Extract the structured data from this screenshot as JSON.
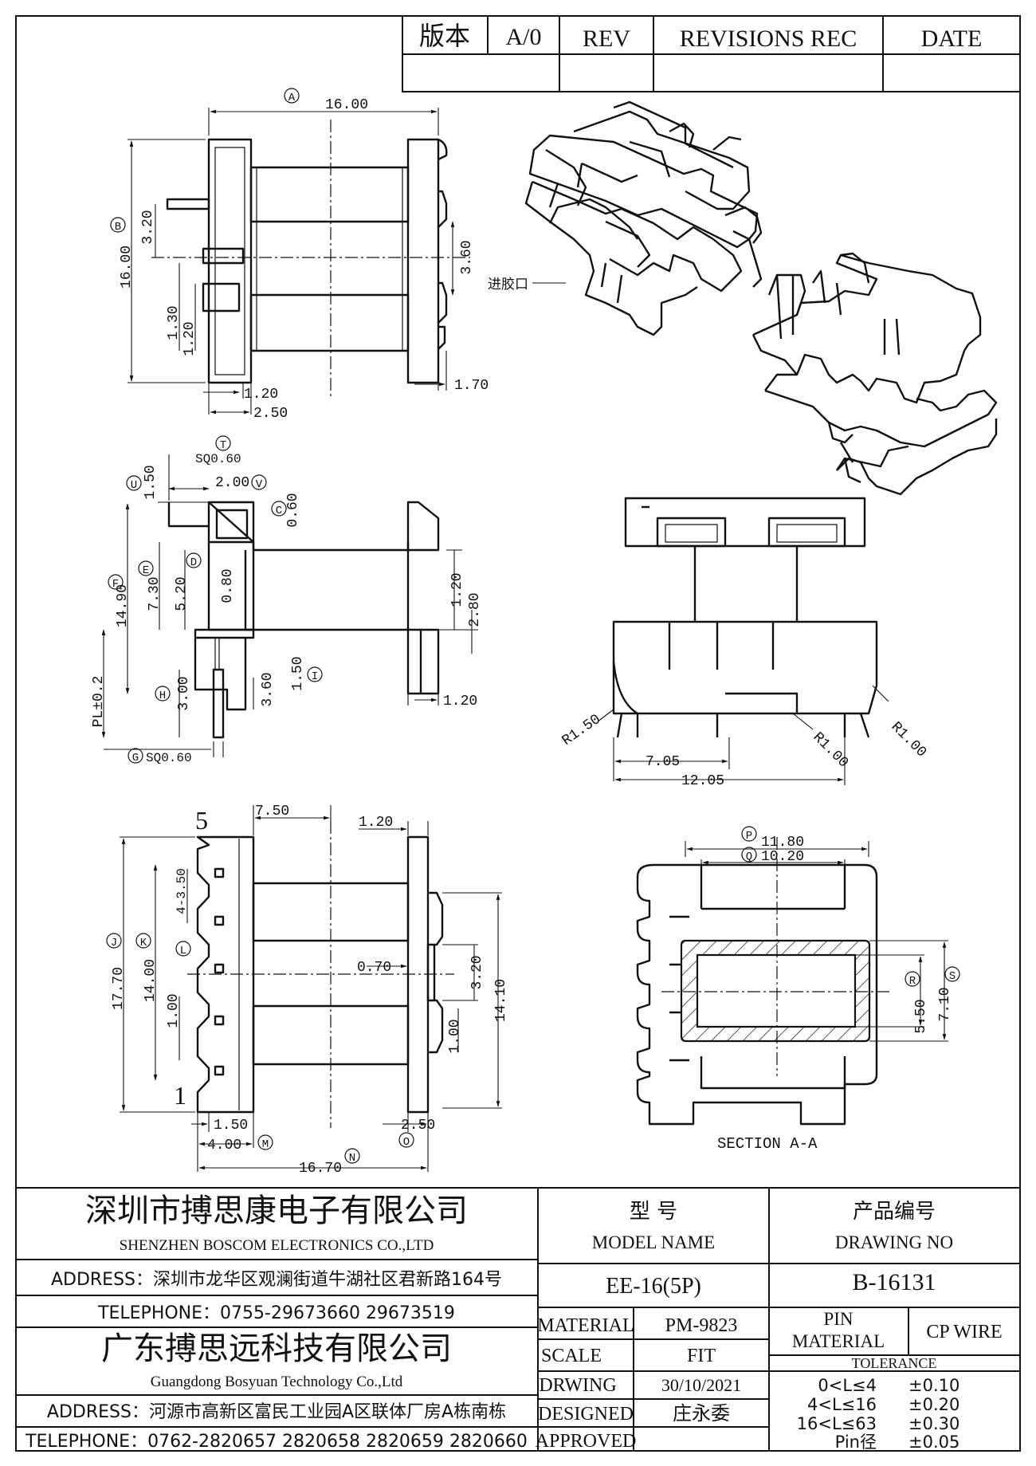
{
  "revision_table": {
    "version_label": "版本",
    "version_value": "A/0",
    "rev_header": "REV",
    "revisions_header": "REVISIONS REC",
    "date_header": "DATE"
  },
  "top_view": {
    "dims": [
      "16.00",
      "16.00",
      "3.20",
      "3.60",
      "1.30",
      "1.20",
      "1.20",
      "2.50",
      "1.70"
    ],
    "callouts": [
      "A",
      "B"
    ]
  },
  "iso_view": {
    "gate_label": "进胶口"
  },
  "side_view": {
    "dims": [
      "SQ0.60",
      "1.50",
      "2.00",
      "0.60",
      "0.80",
      "5.20",
      "7.30",
      "14.90",
      "1.20",
      "2.80",
      "PL±0.2",
      "1.50",
      "3.60",
      "3.00",
      "1.20",
      "SQ0.60"
    ],
    "callouts": [
      "T",
      "U",
      "V",
      "C",
      "D",
      "E",
      "F",
      "I",
      "H",
      "G"
    ]
  },
  "end_view": {
    "dims": [
      "R1.50",
      "R1.00",
      "R1.00",
      "7.05",
      "12.05"
    ]
  },
  "pin_view": {
    "pin_numbers": [
      "5",
      "1"
    ],
    "dims": [
      "7.50",
      "1.20",
      "4-3.50",
      "17.70",
      "14.00",
      "1.00",
      "0.70",
      "3.20",
      "14.10",
      "1.00",
      "1.50",
      "2.50",
      "4.00",
      "16.70"
    ],
    "callouts": [
      "J",
      "K",
      "L",
      "M",
      "N",
      "O"
    ]
  },
  "section_view": {
    "label": "SECTION A-A",
    "dims": [
      "11.80",
      "10.20",
      "5.50",
      "7.10"
    ],
    "callouts": [
      "P",
      "Q",
      "R",
      "S"
    ]
  },
  "title_block": {
    "company_cn": "深圳市搏思康电子有限公司",
    "company_en": "SHENZHEN BOSCOM ELECTRONICS CO.,LTD",
    "address1": "ADDRESS：深圳市龙华区观澜街道牛湖社区君新路164号",
    "telephone1": "TELEPHONE：0755-29673660 29673519",
    "company2_cn": "广东搏思远科技有限公司",
    "company2_en": "Guangdong Bosyuan Technology Co.,Ltd",
    "address2": "ADDRESS：河源市高新区富民工业园A区联体厂房A栋南栋",
    "telephone2": "TELEPHONE：0762-2820657 2820658 2820659 2820660",
    "model_name_cn": "型    号",
    "model_name_en": "MODEL NAME",
    "model_value": "EE-16(5P)",
    "drawing_no_cn": "产品编号",
    "drawing_no_en": "DRAWING NO",
    "drawing_no_value": "B-16131",
    "material_label": "MATERIAL",
    "material_value": "PM-9823",
    "scale_label": "SCALE",
    "scale_value": "FIT",
    "drawing_label": "DRWING",
    "drawing_date": "30/10/2021",
    "designed_label": "DESIGNED",
    "designed_value": "庄永委",
    "approved_label": "APPROVED",
    "approved_value": "",
    "pin_material_label_1": "PIN",
    "pin_material_label_2": "MATERIAL",
    "pin_material_value": "CP WIRE",
    "tolerance_label": "TOLERANCE",
    "tolerances": [
      {
        "range": "0<L≤4",
        "value": "±0.10"
      },
      {
        "range": "4<L≤16",
        "value": "±0.20"
      },
      {
        "range": "16<L≤63",
        "value": "±0.30"
      },
      {
        "range": "Pin径",
        "value": "±0.05"
      }
    ]
  }
}
